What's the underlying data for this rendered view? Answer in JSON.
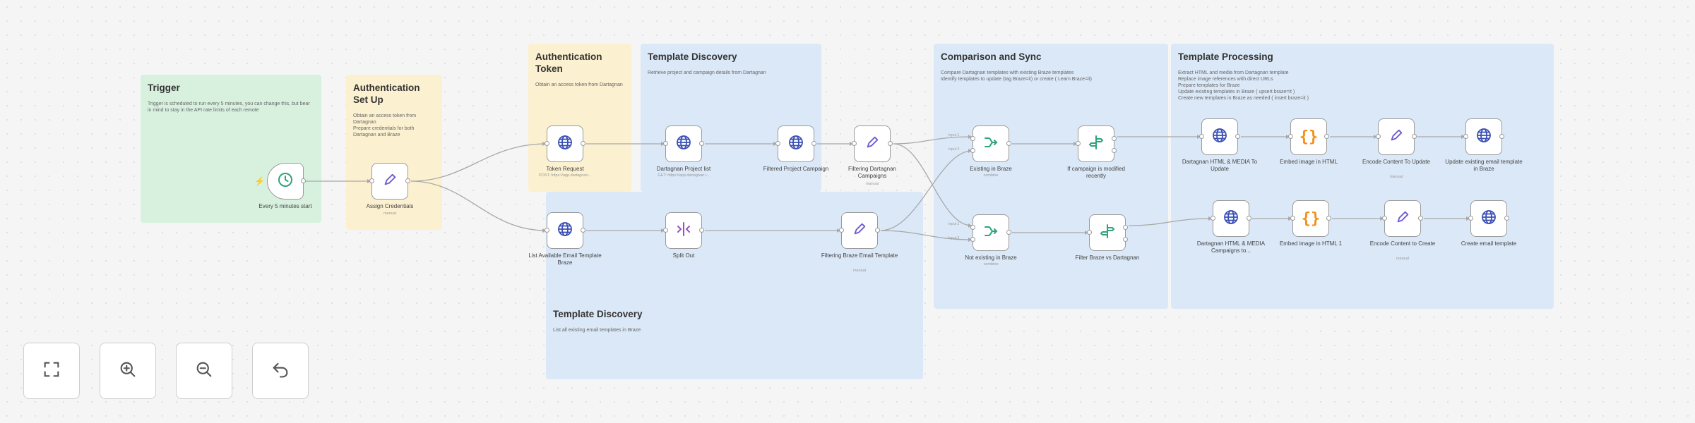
{
  "notes": {
    "trigger": {
      "title": "Trigger",
      "desc": "Trigger is scheduled to run every 5 minutes, you can change this, but bear in mind to stay in the API rate limits of each remote"
    },
    "auth_setup": {
      "title": "Authentication Set Up",
      "desc": "Obtain an access token from Dartagnan\nPrepare credentials for both Dartagnan and Braze"
    },
    "auth_token": {
      "title": "Authentication Token",
      "desc": "Obtain an access token from Dartagnan"
    },
    "discovery_top": {
      "title": "Template Discovery",
      "desc": "Retrieve project and campaign details from Dartagnan"
    },
    "comparison": {
      "title": "Comparison and Sync",
      "desc": "Compare Dartagnan templates with existing Braze templates\nIdentify templates to update (tag Braze=it) or create ( Learn Braze=it)"
    },
    "processing": {
      "title": "Template Processing",
      "desc": "Extract HTML and media from Dartagnan template\nReplace image references with direct URLs\nPrepare templates for Braze\nUpdate existing templates in Braze ( upsert braze=it )\nCreate new templates in Braze as needed ( insert braze=it )"
    },
    "discovery_bottom": {
      "title": "Template Discovery",
      "desc": "List all existing email templates in Braze"
    }
  },
  "nodes": {
    "every5": {
      "label": "Every 5 minutes start"
    },
    "assign": {
      "label": "Assign Credentials",
      "sub": "manual"
    },
    "token_request": {
      "label": "Token Request",
      "sub": "POST: https://app.dartagnan..."
    },
    "project_list": {
      "label": "Dartagnan Project list",
      "sub": "GET: https://app.dartagnan.i..."
    },
    "filtered_project": {
      "label": "Filtered Project Campaign"
    },
    "filtering_dartagnan": {
      "label": "Filtering Dartagnan Campaigns",
      "sub": "manual"
    },
    "existing_braze": {
      "label": "Existing in Braze",
      "sub": "combine"
    },
    "modified_recently": {
      "label": "If campaign is modified recently"
    },
    "html_update": {
      "label": "Dartagnan HTML & MEDIA To Update"
    },
    "embed_html": {
      "label": "Embed image in HTML"
    },
    "encode_update": {
      "label": "Encode Content To Update",
      "sub": "manual"
    },
    "update_template": {
      "label": "Update existing email template in Braze"
    },
    "list_available": {
      "label": "List Available Email Template Braze"
    },
    "split_out": {
      "label": "Split Out"
    },
    "filtering_braze": {
      "label": "Filtering Braze Email Template",
      "sub": "manual"
    },
    "not_existing": {
      "label": "Not existing in Braze",
      "sub": "combine"
    },
    "filter_braze_vs": {
      "label": "Filter Braze vs Dartagnan"
    },
    "html_create": {
      "label": "Dartagnan HTML & MEDIA Campaigns to..."
    },
    "embed_html_1": {
      "label": "Embed image in HTML 1"
    },
    "encode_create": {
      "label": "Encode Content to Create",
      "sub": "manual"
    },
    "create_template": {
      "label": "Create email template"
    }
  },
  "edge_labels": {
    "input1": "Input 1",
    "input2": "Input 2"
  },
  "controls": {
    "fit": "fit-view-icon",
    "zoom_in": "zoom-in-icon",
    "zoom_out": "zoom-out-icon",
    "undo": "undo-icon"
  },
  "colors": {
    "globe": "#3a4fb4",
    "pen": "#6d5bd0",
    "clock": "#2fa37b",
    "merge": "#2fa37b",
    "ifnode": "#2fa37b",
    "code": "#f2911b",
    "split": "#9b4fc7",
    "trigger_bolt": "#ff6d5a"
  }
}
